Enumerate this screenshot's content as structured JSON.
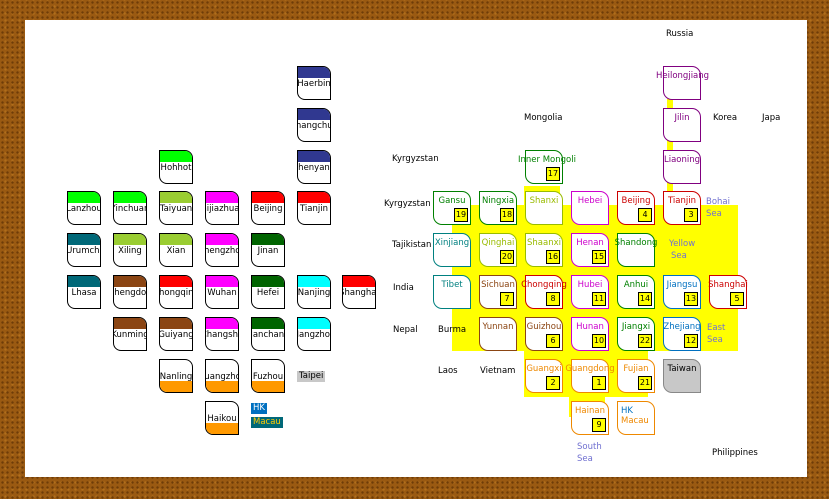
{
  "city_tiles": [
    {
      "name": "Haerbin",
      "color": "#303890",
      "bar": "top"
    },
    {
      "name": "Changchun",
      "color": "#303890",
      "bar": "top"
    },
    {
      "name": "Shenyang",
      "color": "#303890",
      "bar": "top"
    },
    {
      "name": "Hohhot",
      "color": "#00ff00",
      "bar": "top"
    },
    {
      "name": "Lanzhou",
      "color": "#00ff00",
      "bar": "top"
    },
    {
      "name": "Yinchuan",
      "color": "#00ff00",
      "bar": "top"
    },
    {
      "name": "Taiyuan",
      "color": "#9acd32",
      "bar": "top"
    },
    {
      "name": "Shijiazhuang",
      "color": "#ff00ff",
      "bar": "top"
    },
    {
      "name": "Beijing",
      "color": "#ff0000",
      "bar": "top"
    },
    {
      "name": "Tianjin",
      "color": "#ff0000",
      "bar": "top"
    },
    {
      "name": "Urumchi",
      "color": "#006878",
      "bar": "top"
    },
    {
      "name": "Xiling",
      "color": "#9acd32",
      "bar": "top"
    },
    {
      "name": "Xian",
      "color": "#9acd32",
      "bar": "top"
    },
    {
      "name": "Zhengzhou",
      "color": "#ff00ff",
      "bar": "top"
    },
    {
      "name": "Jinan",
      "color": "#006400",
      "bar": "top"
    },
    {
      "name": "Lhasa",
      "color": "#006878",
      "bar": "top"
    },
    {
      "name": "Chengdou",
      "color": "#8b4513",
      "bar": "top"
    },
    {
      "name": "Chongqing",
      "color": "#ff0000",
      "bar": "top"
    },
    {
      "name": "Wuhan",
      "color": "#ff00ff",
      "bar": "top"
    },
    {
      "name": "Hefei",
      "color": "#006400",
      "bar": "top"
    },
    {
      "name": "Nanjing",
      "color": "#00ffff",
      "bar": "top"
    },
    {
      "name": "Shanghai",
      "color": "#ff0000",
      "bar": "top"
    },
    {
      "name": "Kunming",
      "color": "#8b4513",
      "bar": "top"
    },
    {
      "name": "Guiyang",
      "color": "#8b4513",
      "bar": "top"
    },
    {
      "name": "Changsha",
      "color": "#ff00ff",
      "bar": "top"
    },
    {
      "name": "Nanchang",
      "color": "#006400",
      "bar": "top"
    },
    {
      "name": "Hangzhou",
      "color": "#00ffff",
      "bar": "top"
    },
    {
      "name": "Nanling",
      "color": "#ff9900",
      "bar": "bottom"
    },
    {
      "name": "Guangzhou",
      "color": "#ff9900",
      "bar": "bottom"
    },
    {
      "name": "Fuzhou",
      "color": "#ff9900",
      "bar": "bottom"
    },
    {
      "name": "Haikou",
      "color": "#ff9900",
      "bar": "bottom"
    }
  ],
  "plain_tiles": {
    "taipei": {
      "label": "Taipei",
      "bg": "#c8c8c8",
      "fg": "#000000"
    },
    "hk": {
      "label": "HK",
      "bg": "#0070c0",
      "fg": "#ffffff"
    },
    "macau": {
      "label": "Macau",
      "bg": "#006878",
      "fg": "#ffcc00"
    }
  },
  "provinces": [
    {
      "name": "Heilongjiang",
      "color": "#800080",
      "num": ""
    },
    {
      "name": "Jilin",
      "color": "#800080",
      "num": ""
    },
    {
      "name": "Liaoning",
      "color": "#800080",
      "num": ""
    },
    {
      "name": "Inner Mongoli",
      "color": "#008000",
      "num": "17"
    },
    {
      "name": "Gansu",
      "color": "#008000",
      "num": "19"
    },
    {
      "name": "Ningxia",
      "color": "#008000",
      "num": "18"
    },
    {
      "name": "Shanxi",
      "color": "#99bb00",
      "num": ""
    },
    {
      "name": "Hebei",
      "color": "#cc00cc",
      "num": ""
    },
    {
      "name": "Beijing",
      "color": "#cc0000",
      "num": "4"
    },
    {
      "name": "Tianjin",
      "color": "#cc0000",
      "num": "3"
    },
    {
      "name": "Xinjiang",
      "color": "#008080",
      "num": ""
    },
    {
      "name": "Qinghai",
      "color": "#99bb00",
      "num": "20"
    },
    {
      "name": "Shaanxi",
      "color": "#99bb00",
      "num": "16"
    },
    {
      "name": "Henan",
      "color": "#cc00cc",
      "num": "15"
    },
    {
      "name": "Shandong",
      "color": "#008000",
      "num": ""
    },
    {
      "name": "Tibet",
      "color": "#008080",
      "num": ""
    },
    {
      "name": "Sichuan",
      "color": "#8b4513",
      "num": "7"
    },
    {
      "name": "Chongqing",
      "color": "#cc0000",
      "num": "8"
    },
    {
      "name": "Hubei",
      "color": "#cc00cc",
      "num": "11"
    },
    {
      "name": "Anhui",
      "color": "#008000",
      "num": "14"
    },
    {
      "name": "Jiangsu",
      "color": "#0070c0",
      "num": "13"
    },
    {
      "name": "Shanghai",
      "color": "#cc0000",
      "num": "5"
    },
    {
      "name": "Yunnan",
      "color": "#8b4513",
      "num": ""
    },
    {
      "name": "Guizhou",
      "color": "#8b4513",
      "num": "6"
    },
    {
      "name": "Hunan",
      "color": "#cc00cc",
      "num": "10"
    },
    {
      "name": "Jiangxi",
      "color": "#008000",
      "num": "22"
    },
    {
      "name": "Zhejiang",
      "color": "#0070c0",
      "num": "12"
    },
    {
      "name": "Guangxi",
      "color": "#ee8800",
      "num": "2"
    },
    {
      "name": "Guangdong",
      "color": "#ee8800",
      "num": "1"
    },
    {
      "name": "Fujian",
      "color": "#ee8800",
      "num": "21"
    },
    {
      "name": "Taiwan",
      "color": "#000000",
      "num": ""
    },
    {
      "name": "Hainan",
      "color": "#ee8800",
      "num": "9"
    },
    {
      "name": "HK",
      "color": "#0070c0",
      "num": ""
    },
    {
      "name": "Macau",
      "color": "#ee8800",
      "num": ""
    }
  ],
  "labels": [
    "Russia",
    "Mongolia",
    "Korea",
    "Japa",
    "Kyrgyzstan",
    "Kyrgyzstan",
    "Tajikistan",
    "India",
    "Nepal",
    "Burma",
    "Laos",
    "Vietnam",
    "Philippines"
  ],
  "seas": [
    {
      "line1": "Bohai",
      "line2": "Sea"
    },
    {
      "line1": "Yellow",
      "line2": "Sea"
    },
    {
      "line1": "East",
      "line2": "Sea"
    },
    {
      "line1": "South",
      "line2": "Sea"
    }
  ]
}
